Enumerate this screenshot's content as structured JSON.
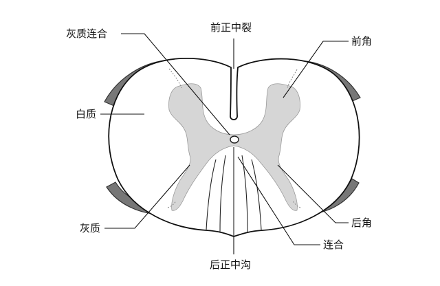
{
  "labels": {
    "gray_commissure": "灰质连合",
    "anterior_median_fissure": "前正中裂",
    "anterior_horn": "前角",
    "white_matter": "白质",
    "gray_matter": "灰质",
    "posterior_horn": "后角",
    "commissure": "连合",
    "posterior_median_sulcus": "后正中沟"
  },
  "colors": {
    "gray_matter_fill": "#d6d6d6",
    "root_band_fill": "#777777",
    "outline": "#111111"
  }
}
